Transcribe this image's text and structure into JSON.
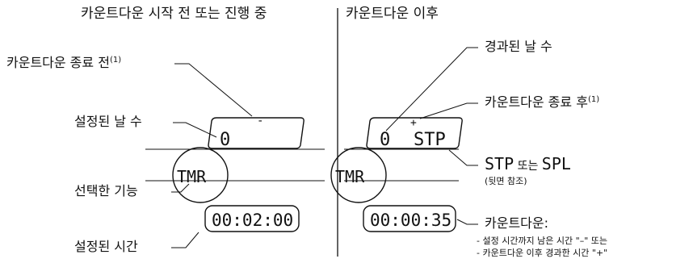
{
  "headings": {
    "before": "카운트다운 시작 전 또는 진행 중",
    "after": "카운트다운 이후"
  },
  "left": {
    "label_end_before": "카운트다운 종료 전",
    "label_days": "설정된 날 수",
    "label_function": "선택한 기능",
    "label_time": "설정된 시간",
    "display_days": "0",
    "display_mark": "-",
    "display_function": "TMR",
    "display_time": "00:02:00"
  },
  "right": {
    "label_elapsed_days": "경과된 날 수",
    "label_end_after": "카운트다운 종료 후",
    "stp_or_spl": {
      "a": "STP",
      "mid": " 또는 ",
      "b": "SPL"
    },
    "see_back": "(뒷면 참조)",
    "countdown_label": "카운트다운:",
    "note_1": "- 설정 시간까지 남은 시간 \"–\" 또는",
    "note_2": "- 카운트다운 이후 경과한 시간 \"+\"",
    "display_days": "0",
    "display_stp": "STP",
    "display_mark": "+",
    "display_function": "TMR",
    "display_time": "00:00:35"
  },
  "footnote_marker": "(1)",
  "colors": {
    "ink": "#111111",
    "background": "#ffffff"
  }
}
